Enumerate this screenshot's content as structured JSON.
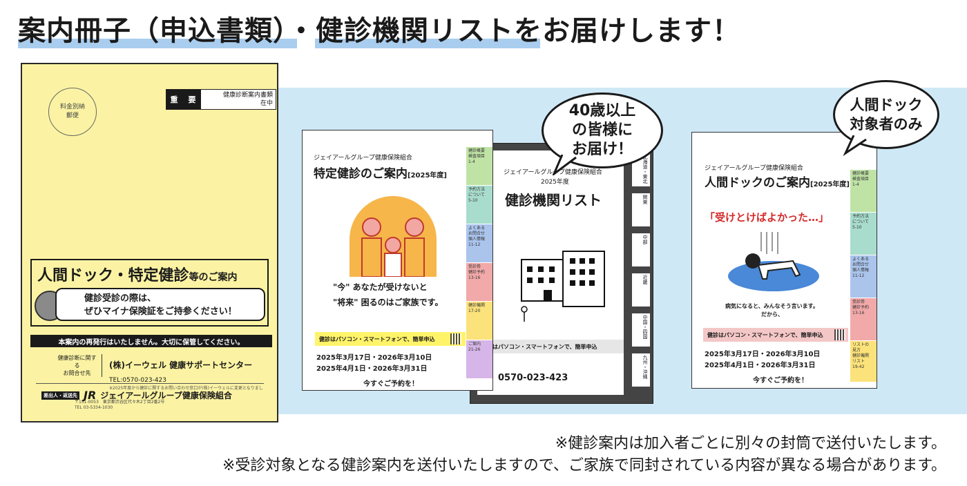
{
  "headline": {
    "part1": "案内冊子（申込書類）",
    "sep": "・",
    "part2": "健診機関リスト",
    "part3": "をお届けします！"
  },
  "colors": {
    "highlight": "#a9cdee",
    "band": "#cfe8f6",
    "envelope": "#fbf3a3"
  },
  "envelope": {
    "postmark": "料金別納\n郵便",
    "important_label": "重　要",
    "important_text": "健康診断案内書類\n在中",
    "promo_title": "人間ドック・特定健診",
    "promo_title_suffix": "等のご案内",
    "promo_line1": "健診受診の際は、",
    "promo_line2": "ぜひマイナ保険証をご持参ください！",
    "notice": "本案内の再発行はいたしません。大切に保管してください。",
    "contact_label": "健康診断に関する\nお問合せ先",
    "contact_org": "(株)イーウェル 健康サポートセンター",
    "contact_tel": "TEL:0570-023-423",
    "contact_note": "※2025年度から健診に関するお問い合わせ窓口が(株)イーウェルに変更となりました。",
    "sender_tag": "差出人・返送先",
    "jr": "JR",
    "sender_org": "ジェイアールグループ健康保険組合",
    "sender_addr": "〒151-0053　東京都渋谷区代々木2丁目2番2号\nTEL 03-5334-1030"
  },
  "booklet1": {
    "org": "ジェイアールグループ健康保険組合",
    "title": "特定健診のご案内",
    "year": "[2025年度]",
    "msg_line1": "\"今\" あなたが受けないと",
    "msg_line2": "\"将来\" 困るのはご家族です。",
    "apply": "健診はパソコン・スマートフォンで、簡単申込",
    "dates_a": "2025年3月17日・2026年3月10日",
    "dates_b": "2025年4月1日・2026年3月31日",
    "cta": "今すぐご予約を！",
    "tabs": [
      "健診概要\n検査項目\n1-4",
      "予約方法\nについて\n5-10",
      "よくある\nお問合せ\n個人情報\n11-12",
      "受診券\n健診予約\n13-16",
      "健診機関\n17-20",
      "ご案内\n21-26"
    ]
  },
  "booklet2": {
    "org": "ジェイアールグループ健康保険組合",
    "year": "2025年度",
    "title": "健診機関リスト",
    "apply": "健診はパソコン・スマートフォンで、簡単申込",
    "tel": "0570-023-423",
    "tabs": [
      "北海道・東北",
      "関東",
      "中部",
      "近畿",
      "中国・四国",
      "九州・沖縄"
    ]
  },
  "booklet3": {
    "org": "ジェイアールグループ健康保険組合",
    "title": "人間ドックのご案内",
    "year": "[2025年度]",
    "quote": "「受けとけばよかった…」",
    "msg_line1": "病気になると、みんなそう言います。",
    "msg_line2": "だから、",
    "apply": "健診はパソコン・スマートフォンで、簡単申込",
    "dates_a": "2025年3月17日・2026年3月10日",
    "dates_b": "2025年4月1日・2026年3月31日",
    "cta": "今すぐご予約を！",
    "tabs": [
      "健診概要\n検査項目\n1-4",
      "予約方法\nについて\n5-10",
      "よくある\nお問合せ\n個人情報\n11-12",
      "受診券\n健診予約\n13-16",
      "リストの\n見方\n健診機関\nリスト\n19-42"
    ]
  },
  "bubbles": {
    "age": "40歳以上\nの皆様に\nお届け！",
    "dock": "人間ドック\n対象者のみ"
  },
  "notes": {
    "line1": "※健診案内は加入者ごとに別々の封筒で送付いたします。",
    "line2": "※受診対象となる健診案内を送付いたしますので、ご家族で同封されている内容が異なる場合があります。"
  }
}
